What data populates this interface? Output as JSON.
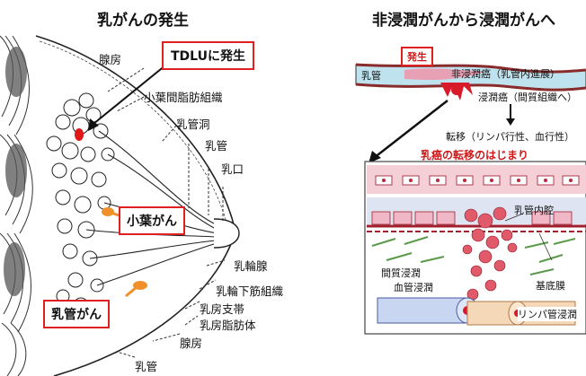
{
  "left_panel": {
    "title": "乳がんの発生",
    "callouts": {
      "tdlu": "TDLUに発生",
      "lobular": "小葉がん",
      "ductal": "乳管がん"
    },
    "labels": {
      "gland_top": "腺房",
      "interlobular_fat": "小葉間脂肪組織",
      "lactiferous_sinus": "乳管洞",
      "duct_upper": "乳管",
      "nipple_opening": "乳口",
      "areolar_gland": "乳輪腺",
      "subareolar_muscle": "乳輪下筋組織",
      "suspensory_ligament": "乳房支帯",
      "breast_fat": "乳房脂肪体",
      "gland_bottom": "腺房",
      "duct_bottom": "乳管"
    }
  },
  "right_panel": {
    "title": "非浸潤がんから浸潤がんへ",
    "onset_box": "発生",
    "duct_label": "乳管",
    "noninvasive_label": "非浸潤癌（乳管内進展）",
    "invasive_label": "浸潤癌（間質組織へ）",
    "metastasis_label": "転移（リンパ行性、血行性）",
    "metastasis_start": "乳癌の転移のはじまり",
    "inset_labels": {
      "duct_lumen": "乳管内腔",
      "stromal_invasion": "間質浸潤",
      "vascular_invasion": "血管浸潤",
      "basement_membrane": "基底膜",
      "lymphatic_invasion": "リンパ管浸潤"
    }
  },
  "colors": {
    "callout_border": "#e02020",
    "accent_red": "#d01818",
    "duct_fill": "#bfe3ee",
    "vessel_pink": "#f4cfd6",
    "vessel_blue": "#c9d6f2"
  }
}
